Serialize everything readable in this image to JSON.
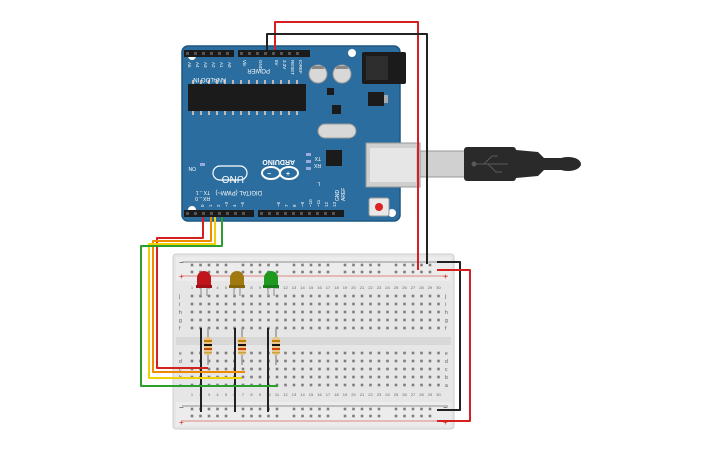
{
  "colors": {
    "board": "#2b6d9e",
    "board_dark": "#1f5680",
    "silk": "#ffffff",
    "breadboard": "#e6e6e6",
    "hole": "#7d7d7d",
    "wire_red": "#d62020",
    "wire_black": "#222222",
    "wire_yellow": "#f0d000",
    "wire_orange": "#f08a00",
    "wire_green": "#2ca02c",
    "led_red": "#c0161b",
    "led_yellow": "#a07a10",
    "led_green": "#1f9a1f",
    "usb": "#2a2a2a"
  },
  "arduino": {
    "uno_label": "UNO",
    "brand_label": "ARDUINO",
    "digital_label": "DIGITAL (PWM~)",
    "power_label": "POWER",
    "analog_label": "ANALOG IN",
    "on_label": "ON",
    "tx_label": "TX",
    "rx_label": "RX",
    "l_label": "L",
    "aref_label": "AREF",
    "gnd_label": "GND",
    "txrx_label": "TX→1",
    "rx0_label": "RX←0",
    "ioref_label": "IOREF",
    "reset_label": "RESET",
    "v33_label": "3.3V",
    "v5_label": "5V",
    "vin_label": "Vin",
    "analog_pins": [
      "A5",
      "A4",
      "A3",
      "A2",
      "A1",
      "A0"
    ],
    "digital_pins": [
      "13",
      "12",
      "~11",
      "~10",
      "~9",
      "8",
      "7",
      "~6",
      "~5",
      "4",
      "~3",
      "2",
      "1",
      "0"
    ]
  },
  "breadboard": {
    "rail_plus": "+",
    "rail_minus": "−",
    "row_letters_top": [
      "j",
      "i",
      "h",
      "g",
      "f"
    ],
    "row_letters_bottom": [
      "e",
      "d",
      "c",
      "b",
      "a"
    ],
    "columns": 30,
    "column_labels": [
      "1",
      "2",
      "3",
      "4",
      "5",
      "6",
      "7",
      "8",
      "9",
      "10",
      "11",
      "12",
      "13",
      "14",
      "15",
      "16",
      "17",
      "18",
      "19",
      "20",
      "21",
      "22",
      "23",
      "24",
      "25",
      "26",
      "27",
      "28",
      "29",
      "30"
    ]
  },
  "leds": [
    {
      "name": "red",
      "color_key": "led_red"
    },
    {
      "name": "yellow",
      "color_key": "led_yellow"
    },
    {
      "name": "green",
      "color_key": "led_green"
    }
  ]
}
